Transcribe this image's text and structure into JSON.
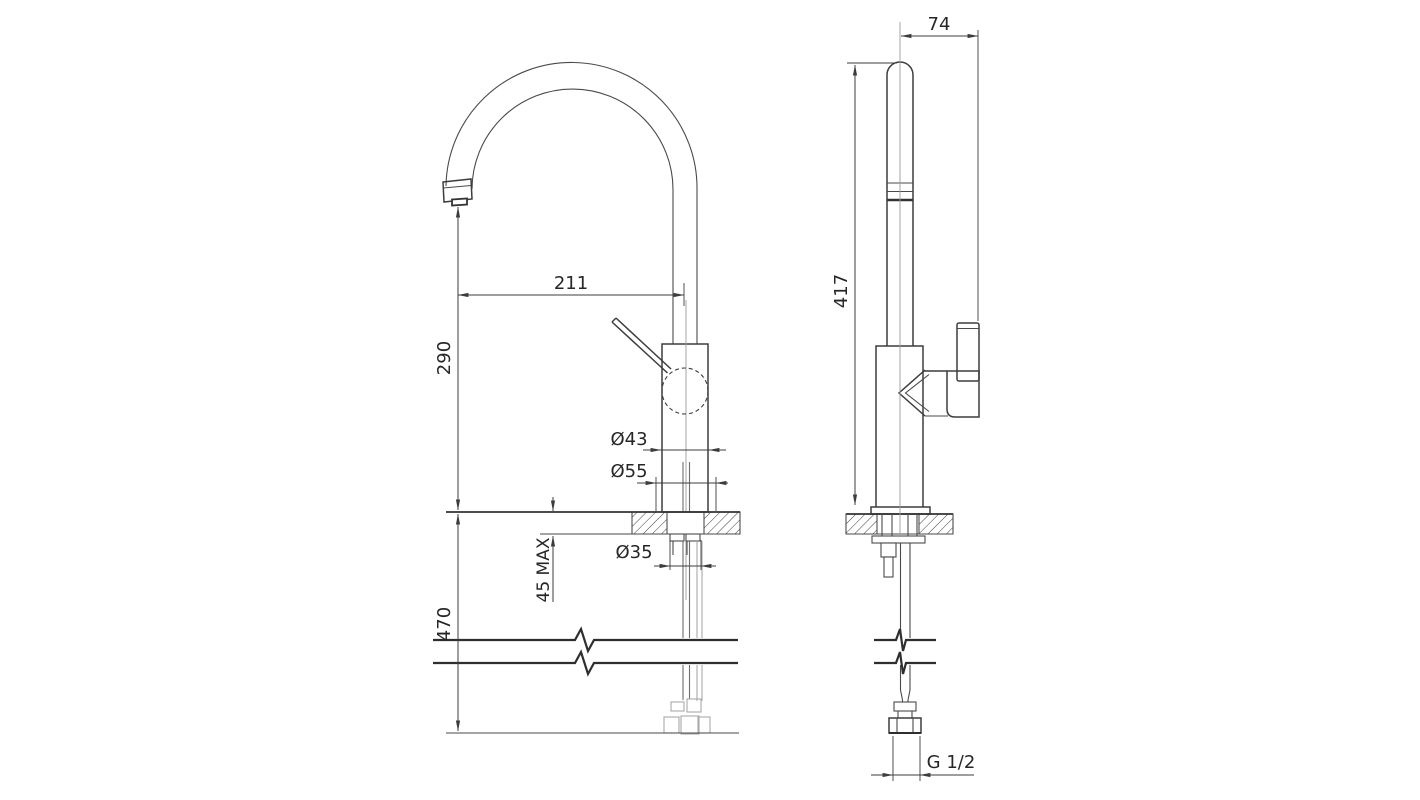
{
  "drawing": {
    "background": "#ffffff",
    "line_color": "#3d3d3d",
    "phantom_color": "#a9a9a9",
    "text_color": "#262626",
    "front_view": {
      "dim_spout_reach": "211",
      "dim_outlet_height": "290",
      "dim_body_diameter": "Ø43",
      "dim_base_diameter": "Ø55",
      "dim_hole_diameter": "Ø35",
      "dim_deck_thickness": "45 MAX",
      "dim_hose_drop": "470"
    },
    "side_view": {
      "dim_depth": "74",
      "dim_height": "417",
      "dim_thread": "G 1/2"
    }
  }
}
